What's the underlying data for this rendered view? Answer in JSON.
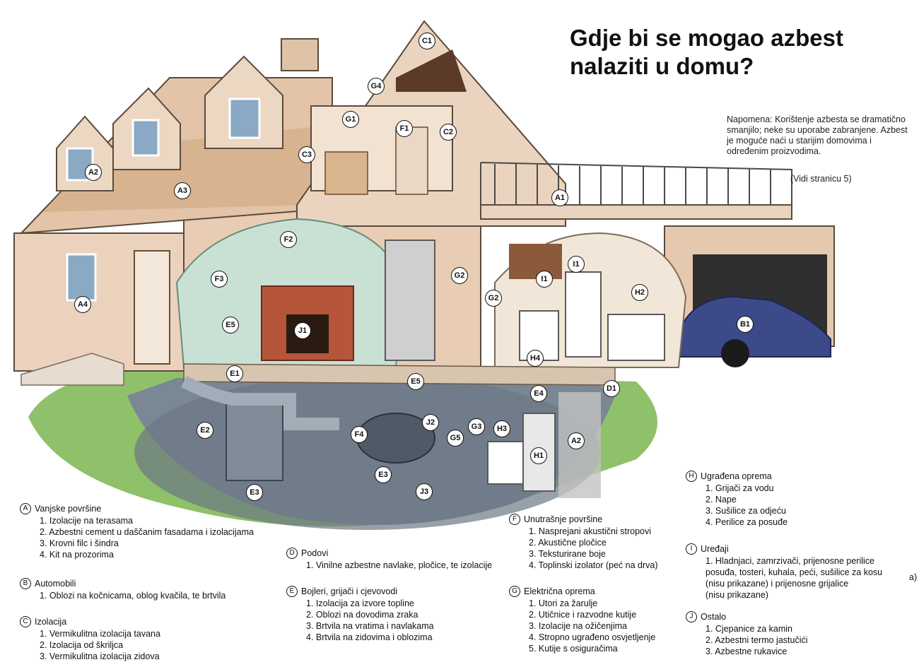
{
  "title": {
    "line1": "Gdje bi se mogao azbest",
    "line2": "nalaziti u domu?"
  },
  "note": {
    "text": "Napomena: Korištenje azbesta se dramatično smanjilo; neke su uporabe zabranjene. Azbest je moguće naći u starijim domovima i određenim proizvodima.",
    "reference": "(Vidi stranicu 5)"
  },
  "markers": [
    "C1",
    "G4",
    "G1",
    "F1",
    "C2",
    "C3",
    "A2",
    "A3",
    "A1",
    "F2",
    "F3",
    "E5",
    "J1",
    "I1",
    "I1",
    "G2",
    "G2",
    "H2",
    "H4",
    "B1",
    "D1",
    "E1",
    "E5",
    "E4",
    "E2",
    "J2",
    "F4",
    "G3",
    "G5",
    "H3",
    "A2",
    "H1",
    "E3",
    "E3",
    "J3",
    "A4"
  ],
  "legend": [
    {
      "letter": "A",
      "title": "Vanjske površine",
      "items": [
        "1. Izolacije na terasama",
        "2. Azbestni cement u daščanim fasadama i izolacijama",
        "3. Krovni filc i šindra",
        "4. Kit na prozorima"
      ]
    },
    {
      "letter": "B",
      "title": "Automobili",
      "items": [
        "1. Oblozi na kočnicama, oblog kvačila, te brtvila"
      ]
    },
    {
      "letter": "C",
      "title": "Izolacija",
      "items": [
        "1. Vermikulitna izolacija tavana",
        "2. Izolacija od škriljca",
        "3. Vermikulitna izolacija zidova"
      ]
    },
    {
      "letter": "D",
      "title": "Podovi",
      "items": [
        "1. Vinilne azbestne navlake, pločice, te izolacije"
      ]
    },
    {
      "letter": "E",
      "title": "Bojleri, grijači i cjevovodi",
      "items": [
        "1. Izolacija za izvore topline",
        "2. Oblozi na dovodima zraka",
        "3. Brtvila na vratima i navlakama",
        "4. Brtvila na zidovima i oblozima"
      ]
    },
    {
      "letter": "F",
      "title": "Unutrašnje površine",
      "items": [
        "1. Nasprejani akustični stropovi",
        "2. Akustične pločice",
        "3. Teksturirane boje",
        "4. Toplinski izolator (peć na drva)"
      ]
    },
    {
      "letter": "G",
      "title": "Električna oprema",
      "items": [
        "1. Utori za žarulje",
        "2. Utičnice i razvodne kutije",
        "3. Izolacije na ožičenjima",
        "4. Stropno ugrađeno osvjetljenje",
        "5. Kutije s osiguračima"
      ]
    },
    {
      "letter": "H",
      "title": "Ugrađena oprema",
      "items": [
        "1. Grijači za vodu",
        "2. Nape",
        "3. Sušilice za odjeću",
        "4. Perilice za posuđe"
      ]
    },
    {
      "letter": "I",
      "title": "Uređaji",
      "items": [
        "1. Hladnjaci, zamrzivači, prijenosne perilice",
        "posuđa, tosteri, kuhala, peći, sušilice za kosu",
        "(nisu prikazane) i prijenosne grijalice",
        "(nisu prikazane)"
      ]
    },
    {
      "letter": "J",
      "title": "Ostalo",
      "items": [
        "1. Cjepanice za kamin",
        "2. Azbestni termo jastučići",
        "3. Azbestne rukavice"
      ]
    }
  ],
  "stray_text": "a)"
}
